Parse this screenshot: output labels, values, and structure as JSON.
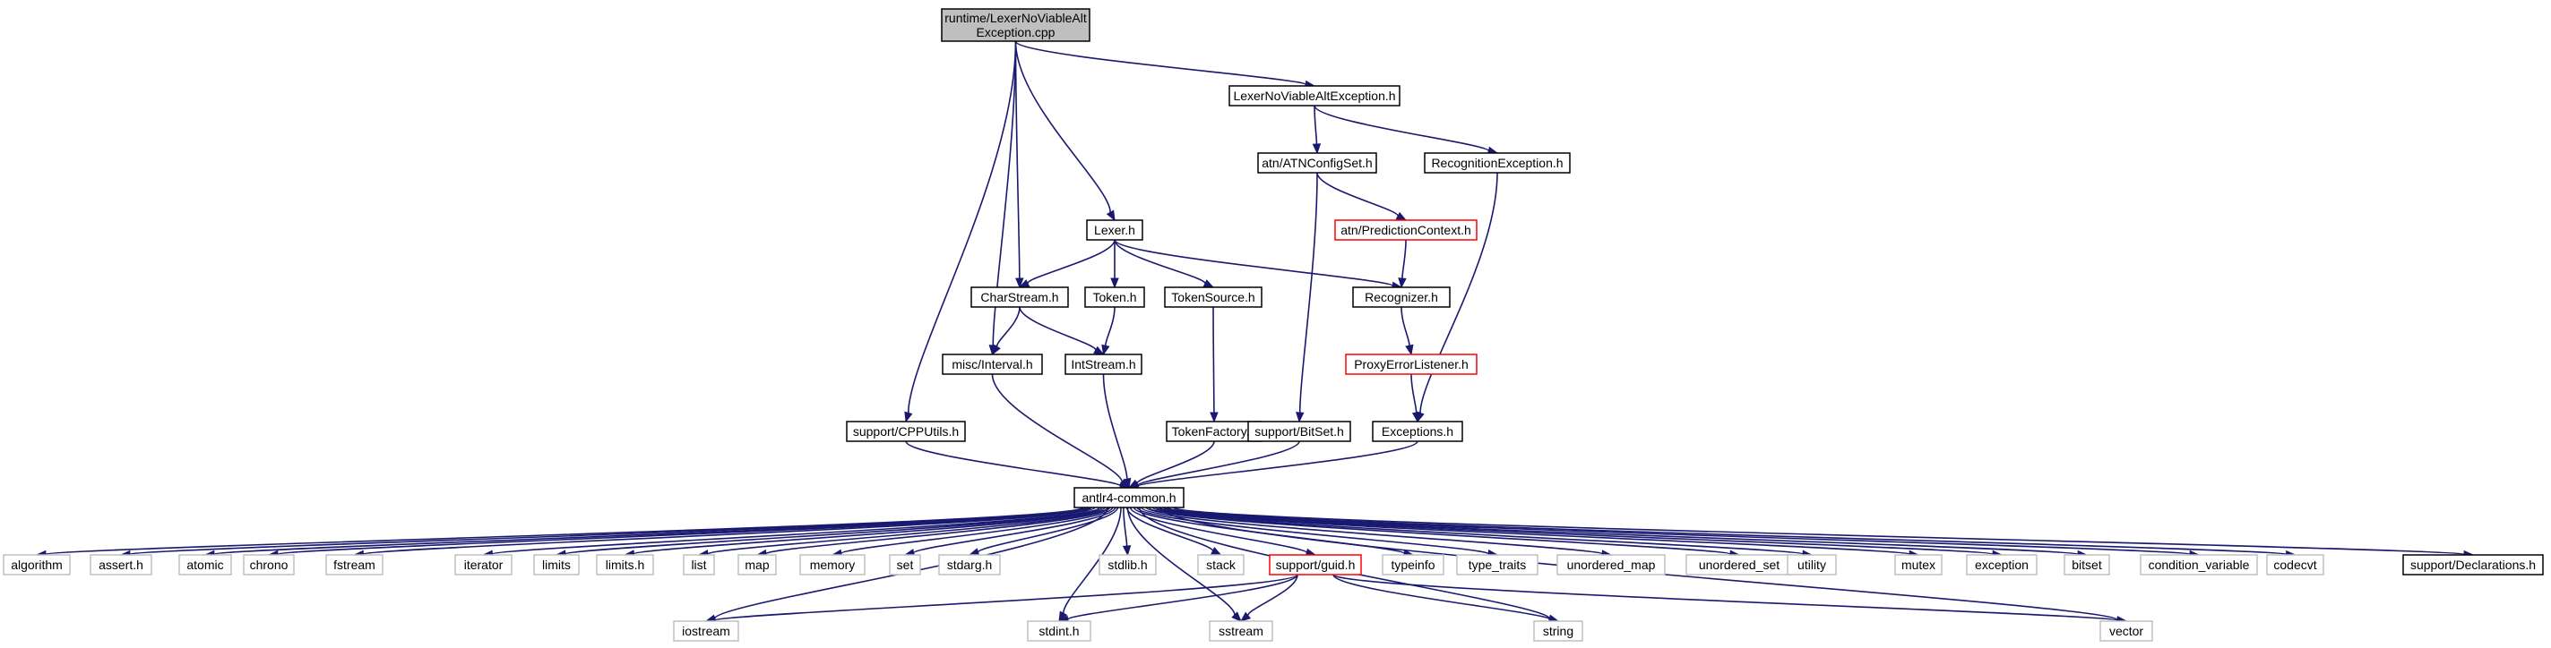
{
  "colors": {
    "edge": "#191970",
    "root_fill": "#bfbfbf",
    "project_border": "#000000",
    "system_border": "#bfbfbf",
    "truncated_border": "#ff0000",
    "node_fill": "#ffffff",
    "text": "#000000"
  },
  "nodes": [
    {
      "id": "root",
      "lines": [
        "runtime/LexerNoViableAlt",
        "Exception.cpp"
      ],
      "kind": "root"
    },
    {
      "id": "lnvae_h",
      "lines": [
        "LexerNoViableAltException.h"
      ],
      "kind": "project"
    },
    {
      "id": "atnconfigset",
      "lines": [
        "atn/ATNConfigSet.h"
      ],
      "kind": "project"
    },
    {
      "id": "recogexc",
      "lines": [
        "RecognitionException.h"
      ],
      "kind": "project"
    },
    {
      "id": "lexer",
      "lines": [
        "Lexer.h"
      ],
      "kind": "project"
    },
    {
      "id": "predctx",
      "lines": [
        "atn/PredictionContext.h"
      ],
      "kind": "truncated"
    },
    {
      "id": "charstream",
      "lines": [
        "CharStream.h"
      ],
      "kind": "project"
    },
    {
      "id": "token",
      "lines": [
        "Token.h"
      ],
      "kind": "project"
    },
    {
      "id": "tokensource",
      "lines": [
        "TokenSource.h"
      ],
      "kind": "project"
    },
    {
      "id": "recognizer",
      "lines": [
        "Recognizer.h"
      ],
      "kind": "project"
    },
    {
      "id": "interval",
      "lines": [
        "misc/Interval.h"
      ],
      "kind": "project"
    },
    {
      "id": "intstream",
      "lines": [
        "IntStream.h"
      ],
      "kind": "project"
    },
    {
      "id": "proxyerr",
      "lines": [
        "ProxyErrorListener.h"
      ],
      "kind": "truncated"
    },
    {
      "id": "cpputils",
      "lines": [
        "support/CPPUtils.h"
      ],
      "kind": "project"
    },
    {
      "id": "tokenfactory",
      "lines": [
        "TokenFactory.h"
      ],
      "kind": "project"
    },
    {
      "id": "bitset_h",
      "lines": [
        "support/BitSet.h"
      ],
      "kind": "project"
    },
    {
      "id": "exceptions",
      "lines": [
        "Exceptions.h"
      ],
      "kind": "project"
    },
    {
      "id": "common",
      "lines": [
        "antlr4-common.h"
      ],
      "kind": "project"
    },
    {
      "id": "algorithm",
      "lines": [
        "algorithm"
      ],
      "kind": "system"
    },
    {
      "id": "assert",
      "lines": [
        "assert.h"
      ],
      "kind": "system"
    },
    {
      "id": "atomic",
      "lines": [
        "atomic"
      ],
      "kind": "system"
    },
    {
      "id": "chrono",
      "lines": [
        "chrono"
      ],
      "kind": "system"
    },
    {
      "id": "fstream",
      "lines": [
        "fstream"
      ],
      "kind": "system"
    },
    {
      "id": "iterator",
      "lines": [
        "iterator"
      ],
      "kind": "system"
    },
    {
      "id": "limits",
      "lines": [
        "limits"
      ],
      "kind": "system"
    },
    {
      "id": "limits_h",
      "lines": [
        "limits.h"
      ],
      "kind": "system"
    },
    {
      "id": "list",
      "lines": [
        "list"
      ],
      "kind": "system"
    },
    {
      "id": "map",
      "lines": [
        "map"
      ],
      "kind": "system"
    },
    {
      "id": "memory",
      "lines": [
        "memory"
      ],
      "kind": "system"
    },
    {
      "id": "set",
      "lines": [
        "set"
      ],
      "kind": "system"
    },
    {
      "id": "stdarg",
      "lines": [
        "stdarg.h"
      ],
      "kind": "system"
    },
    {
      "id": "stdlib",
      "lines": [
        "stdlib.h"
      ],
      "kind": "system"
    },
    {
      "id": "stack",
      "lines": [
        "stack"
      ],
      "kind": "system"
    },
    {
      "id": "guid",
      "lines": [
        "support/guid.h"
      ],
      "kind": "truncated"
    },
    {
      "id": "typeinfo",
      "lines": [
        "typeinfo"
      ],
      "kind": "system"
    },
    {
      "id": "type_traits",
      "lines": [
        "type_traits"
      ],
      "kind": "system"
    },
    {
      "id": "unordered_map",
      "lines": [
        "unordered_map"
      ],
      "kind": "system"
    },
    {
      "id": "unordered_set",
      "lines": [
        "unordered_set"
      ],
      "kind": "system"
    },
    {
      "id": "utility",
      "lines": [
        "utility"
      ],
      "kind": "system"
    },
    {
      "id": "mutex",
      "lines": [
        "mutex"
      ],
      "kind": "system"
    },
    {
      "id": "exception",
      "lines": [
        "exception"
      ],
      "kind": "system"
    },
    {
      "id": "bitset",
      "lines": [
        "bitset"
      ],
      "kind": "system"
    },
    {
      "id": "condvar",
      "lines": [
        "condition_variable"
      ],
      "kind": "system"
    },
    {
      "id": "codecvt",
      "lines": [
        "codecvt"
      ],
      "kind": "system"
    },
    {
      "id": "declarations",
      "lines": [
        "support/Declarations.h"
      ],
      "kind": "project"
    },
    {
      "id": "iostream",
      "lines": [
        "iostream"
      ],
      "kind": "system"
    },
    {
      "id": "stdint",
      "lines": [
        "stdint.h"
      ],
      "kind": "system"
    },
    {
      "id": "sstream",
      "lines": [
        "sstream"
      ],
      "kind": "system"
    },
    {
      "id": "string",
      "lines": [
        "string"
      ],
      "kind": "system"
    },
    {
      "id": "vector",
      "lines": [
        "vector"
      ],
      "kind": "system"
    }
  ],
  "edges": [
    [
      "root",
      "lnvae_h"
    ],
    [
      "root",
      "lexer"
    ],
    [
      "root",
      "charstream"
    ],
    [
      "root",
      "interval"
    ],
    [
      "root",
      "cpputils"
    ],
    [
      "lnvae_h",
      "atnconfigset"
    ],
    [
      "lnvae_h",
      "recogexc"
    ],
    [
      "atnconfigset",
      "predctx"
    ],
    [
      "atnconfigset",
      "bitset_h"
    ],
    [
      "recogexc",
      "exceptions"
    ],
    [
      "predctx",
      "recognizer"
    ],
    [
      "lexer",
      "charstream"
    ],
    [
      "lexer",
      "token"
    ],
    [
      "lexer",
      "tokensource"
    ],
    [
      "lexer",
      "recognizer"
    ],
    [
      "charstream",
      "interval"
    ],
    [
      "charstream",
      "intstream"
    ],
    [
      "token",
      "intstream"
    ],
    [
      "tokensource",
      "tokenfactory"
    ],
    [
      "recognizer",
      "proxyerr"
    ],
    [
      "proxyerr",
      "exceptions"
    ],
    [
      "interval",
      "common"
    ],
    [
      "intstream",
      "common"
    ],
    [
      "cpputils",
      "common"
    ],
    [
      "tokenfactory",
      "common"
    ],
    [
      "bitset_h",
      "common"
    ],
    [
      "exceptions",
      "common"
    ],
    [
      "common",
      "algorithm"
    ],
    [
      "common",
      "assert"
    ],
    [
      "common",
      "atomic"
    ],
    [
      "common",
      "chrono"
    ],
    [
      "common",
      "fstream"
    ],
    [
      "common",
      "iterator"
    ],
    [
      "common",
      "limits"
    ],
    [
      "common",
      "limits_h"
    ],
    [
      "common",
      "list"
    ],
    [
      "common",
      "map"
    ],
    [
      "common",
      "memory"
    ],
    [
      "common",
      "set"
    ],
    [
      "common",
      "stdarg"
    ],
    [
      "common",
      "stdlib"
    ],
    [
      "common",
      "stack"
    ],
    [
      "common",
      "guid"
    ],
    [
      "common",
      "typeinfo"
    ],
    [
      "common",
      "type_traits"
    ],
    [
      "common",
      "unordered_map"
    ],
    [
      "common",
      "unordered_set"
    ],
    [
      "common",
      "utility"
    ],
    [
      "common",
      "mutex"
    ],
    [
      "common",
      "exception"
    ],
    [
      "common",
      "bitset"
    ],
    [
      "common",
      "condvar"
    ],
    [
      "common",
      "codecvt"
    ],
    [
      "common",
      "declarations"
    ],
    [
      "common",
      "iostream"
    ],
    [
      "common",
      "stdint"
    ],
    [
      "common",
      "sstream"
    ],
    [
      "common",
      "string"
    ],
    [
      "common",
      "vector"
    ],
    [
      "guid",
      "iostream"
    ],
    [
      "guid",
      "stdint"
    ],
    [
      "guid",
      "sstream"
    ],
    [
      "guid",
      "string"
    ],
    [
      "guid",
      "vector"
    ]
  ]
}
